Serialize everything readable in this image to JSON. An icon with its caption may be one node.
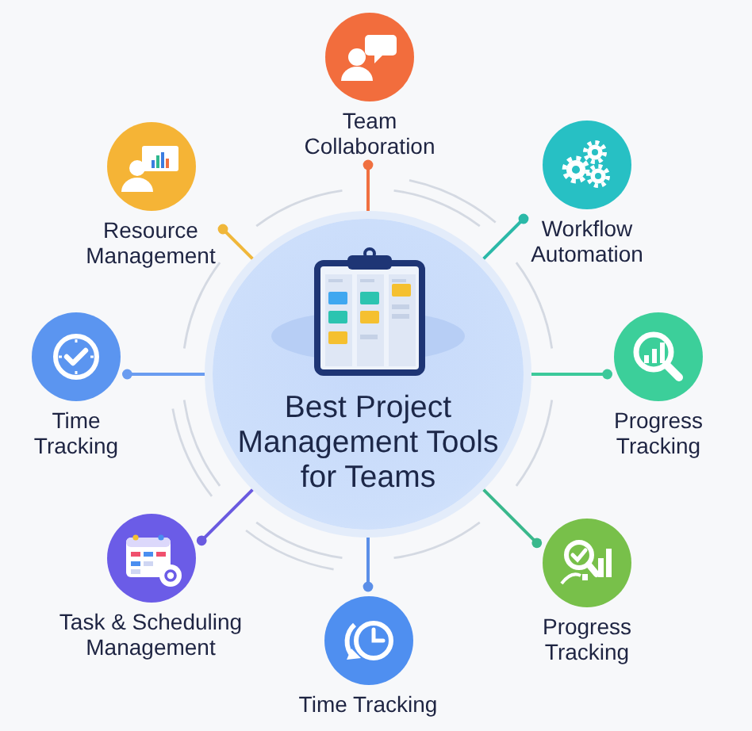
{
  "diagram": {
    "nodes": [
      {
        "text": [
          "Best Project Management Tools for Teams"
        ]
      },
      {
        "text": [
          "Team Collaboration"
        ]
      },
      {
        "text": [
          "Workflow Automation"
        ]
      },
      {
        "text": [
          "Progress Tracking"
        ]
      },
      {
        "text": [
          "Progress Tracking"
        ]
      },
      {
        "text": [
          "Time Tracking"
        ]
      },
      {
        "text": [
          "Task & Scheduling Management"
        ]
      },
      {
        "text": [
          "Time Tracking"
        ]
      },
      {
        "text": [
          "Resource Management"
        ]
      }
    ],
    "edges": [
      {
        "from": 0,
        "to": 1,
        "arrow": "other",
        "color": "#f07040"
      },
      {
        "from": 0,
        "to": 2,
        "arrow": "other",
        "color": "#2bb9a8"
      },
      {
        "from": 0,
        "to": 3,
        "arrow": "other",
        "color": "#3cc99a"
      },
      {
        "from": 0,
        "to": 4,
        "arrow": "other",
        "color": "#3ab88c"
      },
      {
        "from": 0,
        "to": 5,
        "arrow": "other",
        "color": "#5b8fe8"
      },
      {
        "from": 0,
        "to": 6,
        "arrow": "other",
        "color": "#6a5ae0"
      },
      {
        "from": 0,
        "to": 7,
        "arrow": "other",
        "color": "#6a9cf0"
      },
      {
        "from": 0,
        "to": 8,
        "arrow": "other",
        "color": "#f0b73a"
      }
    ]
  }
}
